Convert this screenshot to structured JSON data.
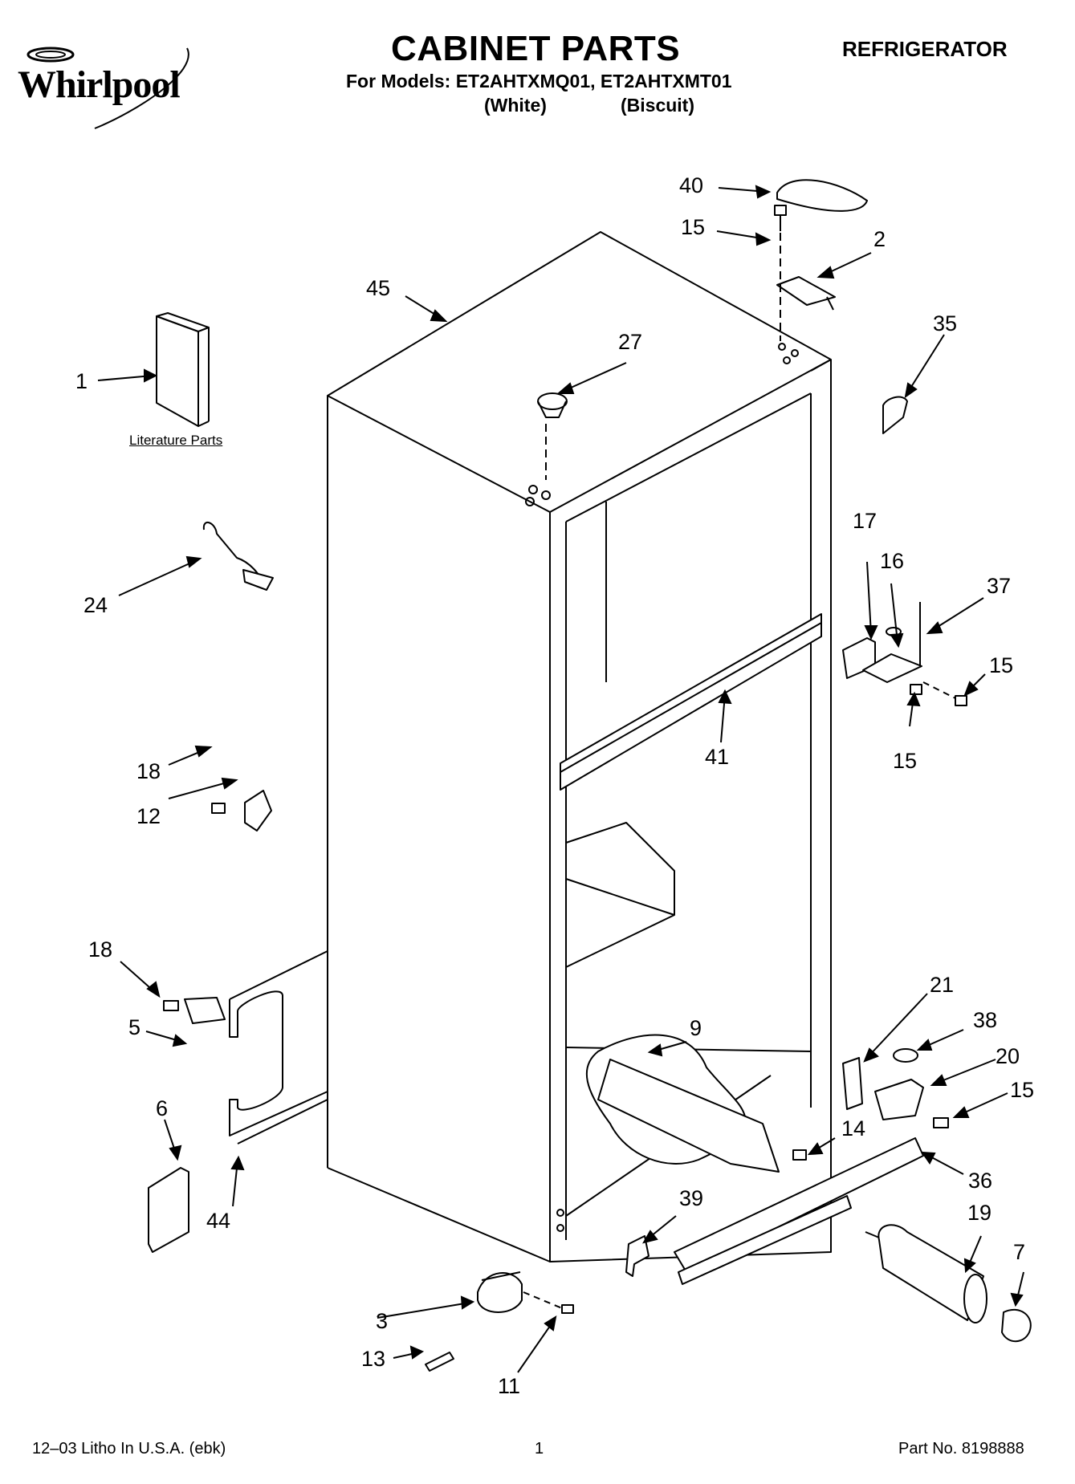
{
  "header": {
    "brand": "Whirlpool",
    "title": "CABINET PARTS",
    "models_line": "For Models: ET2AHTXMQ01, ET2AHTXMT01",
    "color_white": "(White)",
    "color_biscuit": "(Biscuit)",
    "doc_type": "REFRIGERATOR"
  },
  "literature_label": "Literature Parts",
  "callouts": [
    {
      "id": "c40",
      "label": "40"
    },
    {
      "id": "c15a",
      "label": "15"
    },
    {
      "id": "c2",
      "label": "2"
    },
    {
      "id": "c45",
      "label": "45"
    },
    {
      "id": "c35",
      "label": "35"
    },
    {
      "id": "c27",
      "label": "27"
    },
    {
      "id": "c1",
      "label": "1"
    },
    {
      "id": "c17",
      "label": "17"
    },
    {
      "id": "c16",
      "label": "16"
    },
    {
      "id": "c37",
      "label": "37"
    },
    {
      "id": "c24",
      "label": "24"
    },
    {
      "id": "c15b",
      "label": "15"
    },
    {
      "id": "c41",
      "label": "41"
    },
    {
      "id": "c15c",
      "label": "15"
    },
    {
      "id": "c18a",
      "label": "18"
    },
    {
      "id": "c12",
      "label": "12"
    },
    {
      "id": "c18b",
      "label": "18"
    },
    {
      "id": "c21",
      "label": "21"
    },
    {
      "id": "c38",
      "label": "38"
    },
    {
      "id": "c9",
      "label": "9"
    },
    {
      "id": "c5",
      "label": "5"
    },
    {
      "id": "c20",
      "label": "20"
    },
    {
      "id": "c15d",
      "label": "15"
    },
    {
      "id": "c6",
      "label": "6"
    },
    {
      "id": "c14",
      "label": "14"
    },
    {
      "id": "c36",
      "label": "36"
    },
    {
      "id": "c44",
      "label": "44"
    },
    {
      "id": "c39",
      "label": "39"
    },
    {
      "id": "c19",
      "label": "19"
    },
    {
      "id": "c7",
      "label": "7"
    },
    {
      "id": "c3",
      "label": "3"
    },
    {
      "id": "c13",
      "label": "13"
    },
    {
      "id": "c11",
      "label": "11"
    }
  ],
  "footer": {
    "litho": "12–03 Litho In U.S.A. (ebk)",
    "page": "1",
    "part_no": "Part No. 8198888"
  }
}
